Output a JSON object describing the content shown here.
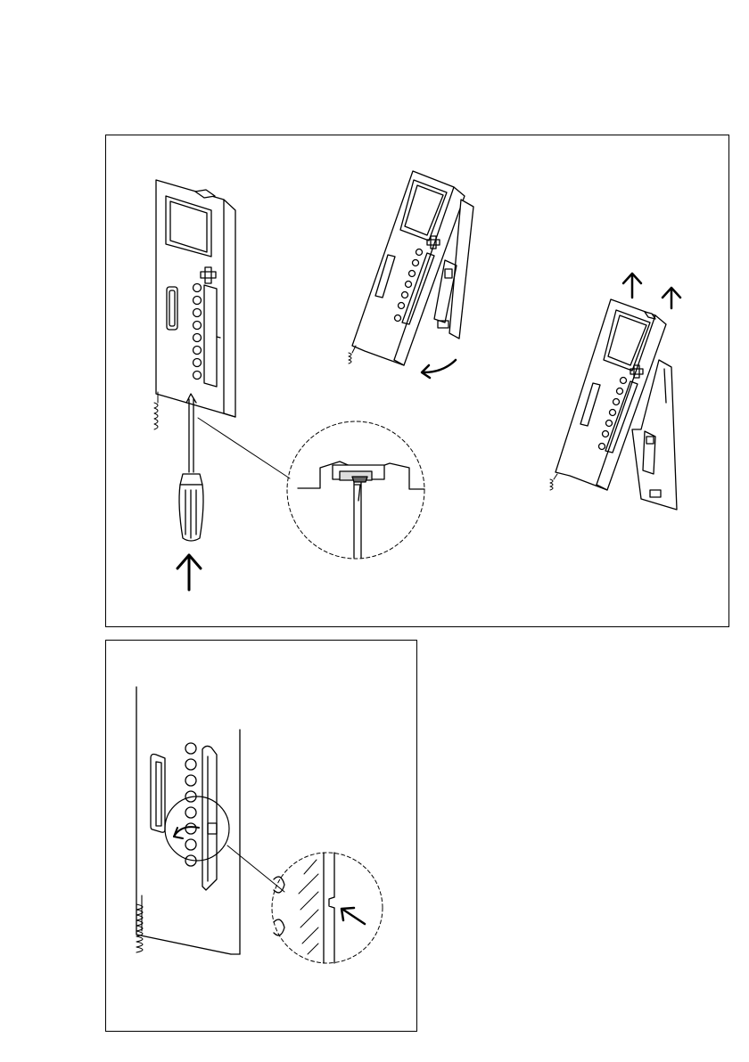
{
  "figures": {
    "top": {
      "steps": [
        "screwdriver-release-latch",
        "tilt-handset-forward",
        "lift-handset-off-bracket"
      ],
      "icons": [
        "arrow-up-icon",
        "curved-arrow-icon",
        "magnifier-detail-circle"
      ]
    },
    "bottom": {
      "steps": [
        "rotate-clip",
        "check-latch-detail"
      ],
      "icons": [
        "curved-arrow-icon",
        "arrow-pointer-icon",
        "magnifier-detail-circle"
      ]
    }
  },
  "colors": {
    "line": "#000000",
    "background": "#ffffff",
    "shade": "#cfcfcf"
  }
}
